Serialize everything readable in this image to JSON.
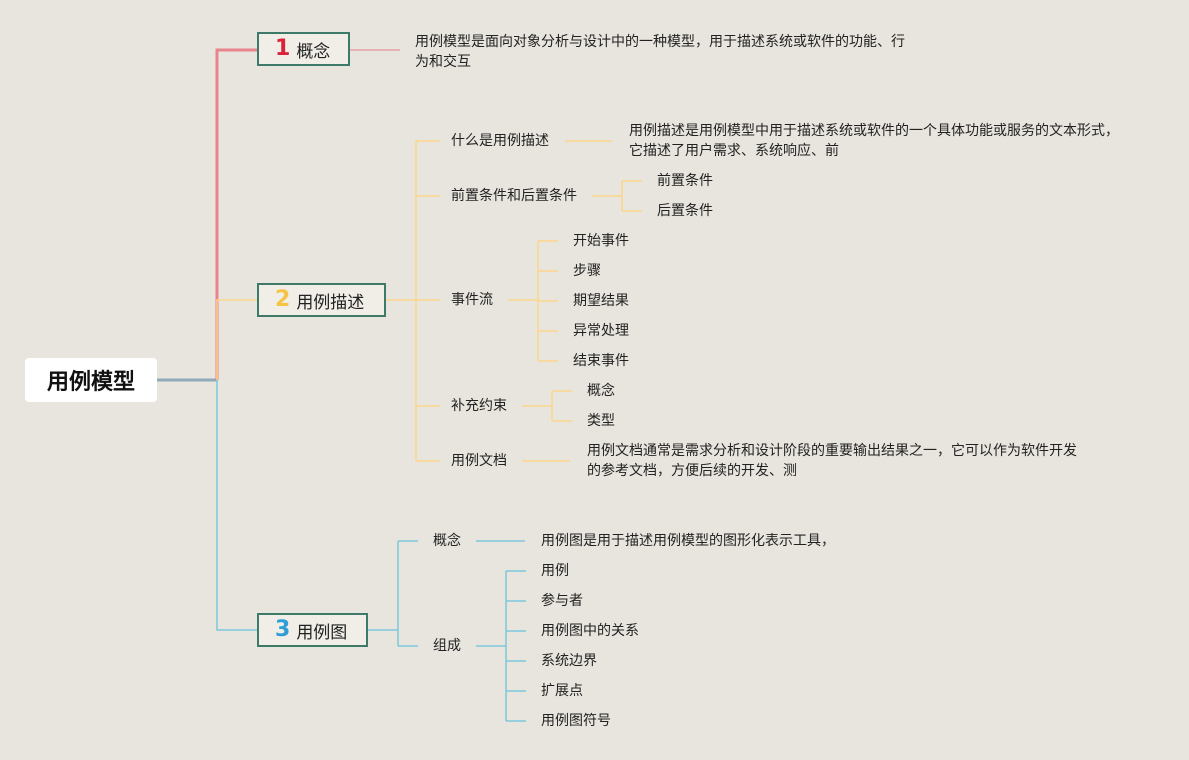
{
  "root": {
    "label": "用例模型"
  },
  "branches": [
    {
      "number": "1",
      "label": "概念",
      "color": "#d9233a",
      "line_color": "#e8848c",
      "description": "用例模型是面向对象分析与设计中的一种模型，用于描述系统或软件的功能、行为和交互"
    },
    {
      "number": "2",
      "label": "用例描述",
      "color": "#f5c445",
      "line_color": "#fbd68a",
      "children": [
        {
          "label": "什么是用例描述",
          "description": "用例描述是用例模型中用于描述系统或软件的一个具体功能或服务的文本形式，它描述了用户需求、系统响应、前"
        },
        {
          "label": "前置条件和后置条件",
          "items": [
            "前置条件",
            "后置条件"
          ]
        },
        {
          "label": "事件流",
          "items": [
            "开始事件",
            "步骤",
            "期望结果",
            "异常处理",
            "结束事件"
          ]
        },
        {
          "label": "补充约束",
          "items": [
            "概念",
            "类型"
          ]
        },
        {
          "label": "用例文档",
          "description": "用例文档通常是需求分析和设计阶段的重要输出结果之一，它可以作为软件开发的参考文档，方便后续的开发、测"
        }
      ]
    },
    {
      "number": "3",
      "label": "用例图",
      "color": "#2f9ed8",
      "line_color": "#7cc8dc",
      "children": [
        {
          "label": "概念",
          "description": "用例图是用于描述用例模型的图形化表示工具，"
        },
        {
          "label": "组成",
          "items": [
            "用例",
            "参与者",
            "用例图中的关系",
            "系统边界",
            "扩展点",
            "用例图符号"
          ]
        }
      ]
    }
  ]
}
